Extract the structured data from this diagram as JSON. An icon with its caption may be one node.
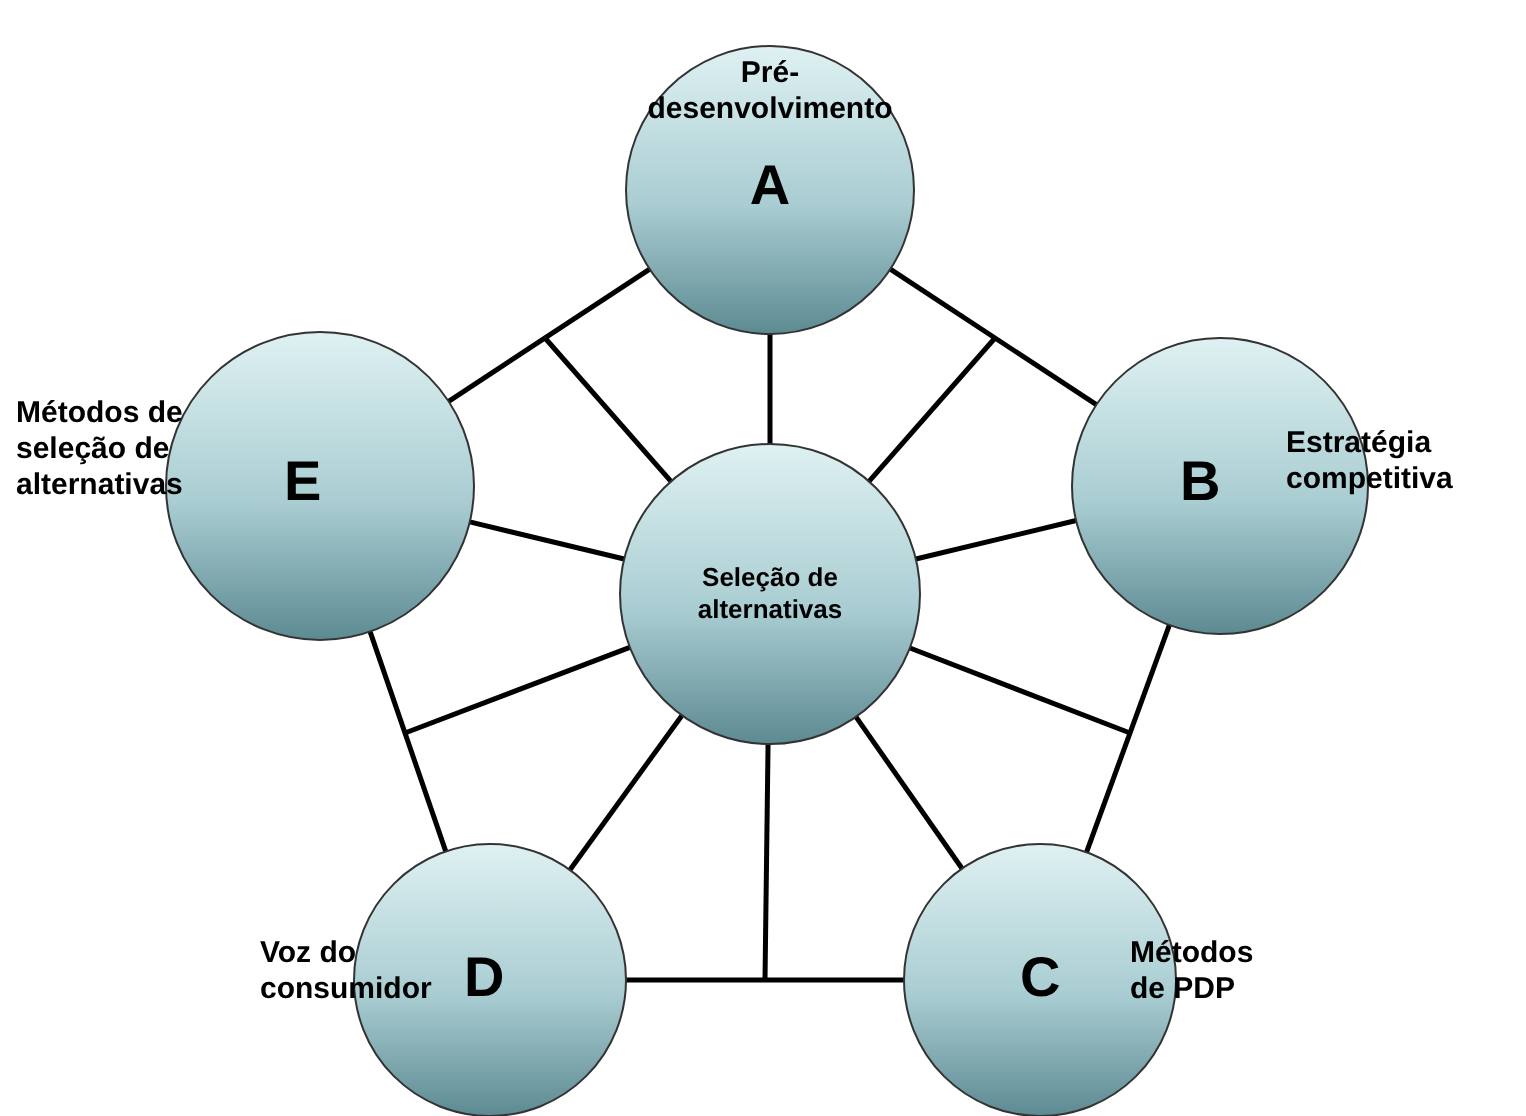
{
  "diagram": {
    "nodes": [
      {
        "text": [
          "Pré-desenvolvimento",
          "A"
        ]
      },
      {
        "text": [
          "Métodos de seleção de alternativas",
          "E"
        ]
      },
      {
        "text": [
          "B",
          "Estratégia competitiva"
        ]
      },
      {
        "text": [
          "Seleção de alternativas"
        ]
      },
      {
        "text": [
          "Voz do consumidor",
          "D"
        ]
      },
      {
        "text": [
          "C",
          "Métodos de PDP"
        ]
      }
    ],
    "edges": [
      {
        "from": 3,
        "to": 0,
        "arrow": "none"
      },
      {
        "from": 3,
        "to": 2,
        "arrow": "none"
      },
      {
        "from": 3,
        "to": 5,
        "arrow": "none"
      },
      {
        "from": 3,
        "to": 4,
        "arrow": "none"
      },
      {
        "from": 3,
        "to": 1,
        "arrow": "none"
      },
      {
        "from": 0,
        "to": 2,
        "arrow": "none"
      },
      {
        "from": 2,
        "to": 5,
        "arrow": "none"
      },
      {
        "from": 5,
        "to": 4,
        "arrow": "none"
      },
      {
        "from": 4,
        "to": 1,
        "arrow": "none"
      },
      {
        "from": 1,
        "to": 0,
        "arrow": "none"
      },
      {
        "from": 3,
        "to": null,
        "arrow": "none"
      },
      {
        "from": 3,
        "to": null,
        "arrow": "none"
      },
      {
        "from": 3,
        "to": null,
        "arrow": "none"
      },
      {
        "from": 3,
        "to": null,
        "arrow": "none"
      },
      {
        "from": 3,
        "to": null,
        "arrow": "none"
      }
    ]
  }
}
